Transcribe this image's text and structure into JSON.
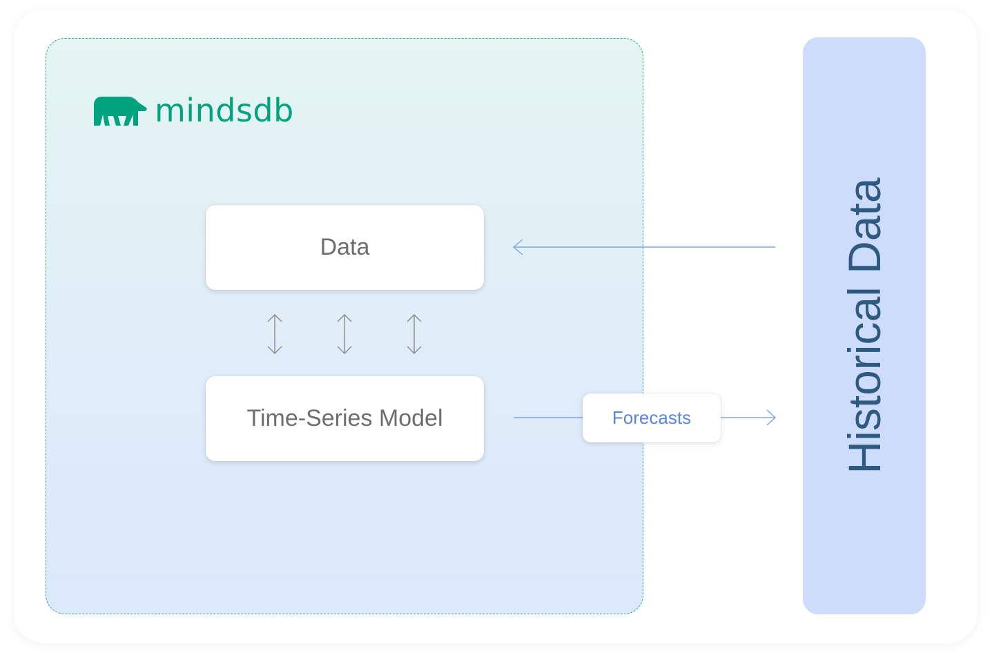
{
  "logo": {
    "name": "mindsdb",
    "icon": "mindsdb-bear-icon",
    "color": "#00a37e"
  },
  "nodes": {
    "data": "Data",
    "model": "Time-Series Model",
    "forecasts": "Forecasts",
    "historical": "Historical Data"
  },
  "colors": {
    "panel_border": "#2aa37a",
    "historical_bar": "#cddcfb",
    "historical_text": "#2e5a80",
    "arrow_blue": "#7ea3ec",
    "arrow_gray": "#8a8a8a"
  },
  "edges": [
    {
      "from": "Historical Data",
      "to": "Data",
      "style": "arrow"
    },
    {
      "from": "Data",
      "to": "Time-Series Model",
      "style": "bidirectional",
      "count": 3
    },
    {
      "from": "Time-Series Model",
      "to": "Historical Data",
      "label": "Forecasts",
      "style": "arrow"
    }
  ]
}
